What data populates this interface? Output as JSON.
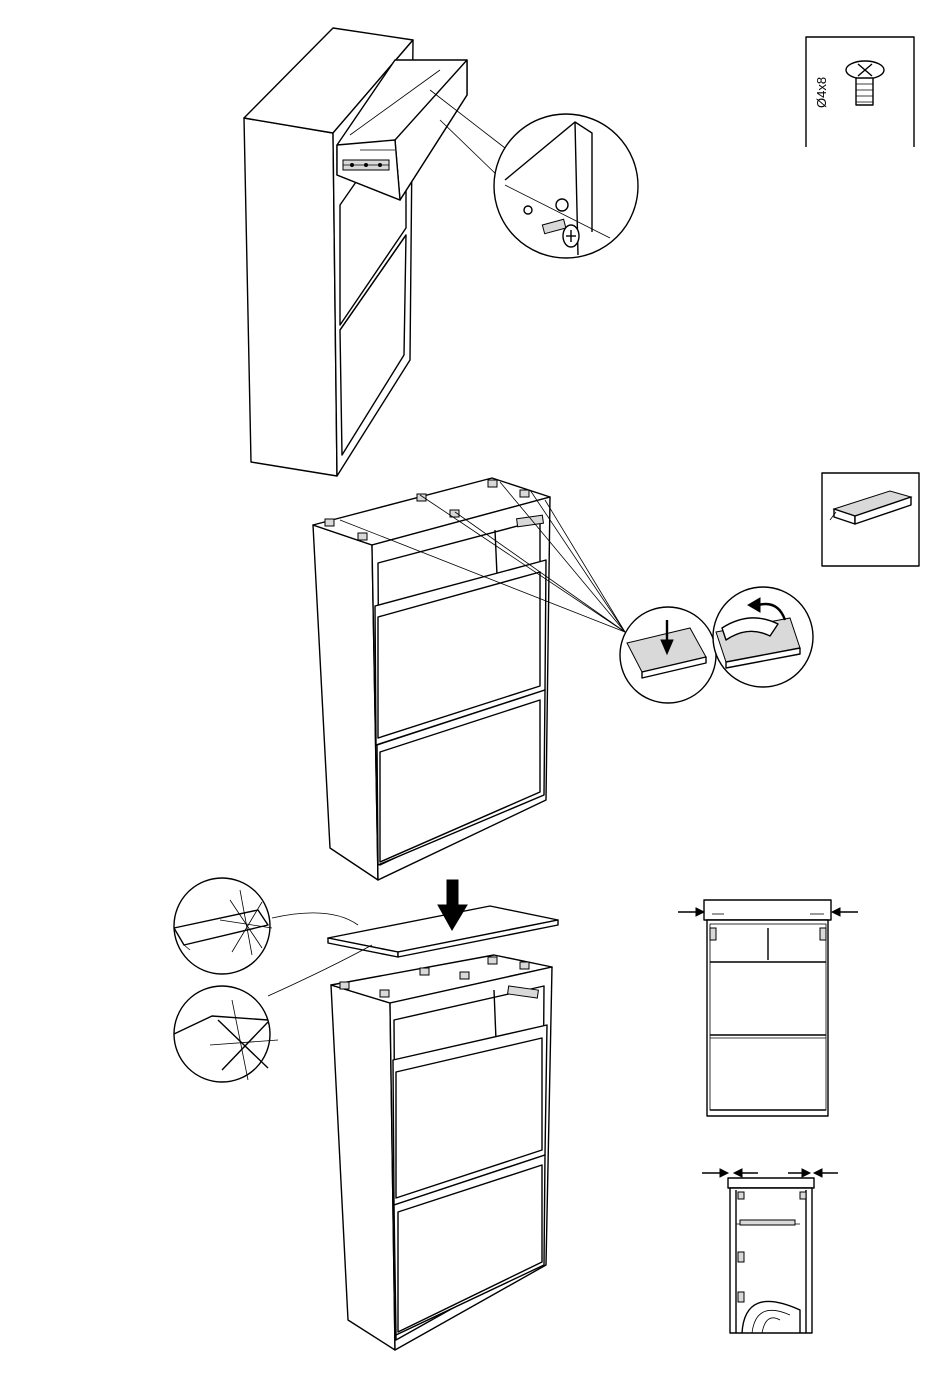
{
  "screw_box": {
    "label": "Ø4x8",
    "icon": "screw-icon"
  },
  "pad_box": {
    "icon": "adhesive-pad-icon"
  },
  "steps": [
    {
      "name": "attach-drawer-stop",
      "icon": "screw-icon"
    },
    {
      "name": "apply-adhesive-pads",
      "icon": "adhesive-pad-icon"
    },
    {
      "name": "place-top-panel",
      "icon": "down-arrow-icon"
    }
  ],
  "colors": {
    "line": "#000000",
    "paper": "#ffffff"
  }
}
